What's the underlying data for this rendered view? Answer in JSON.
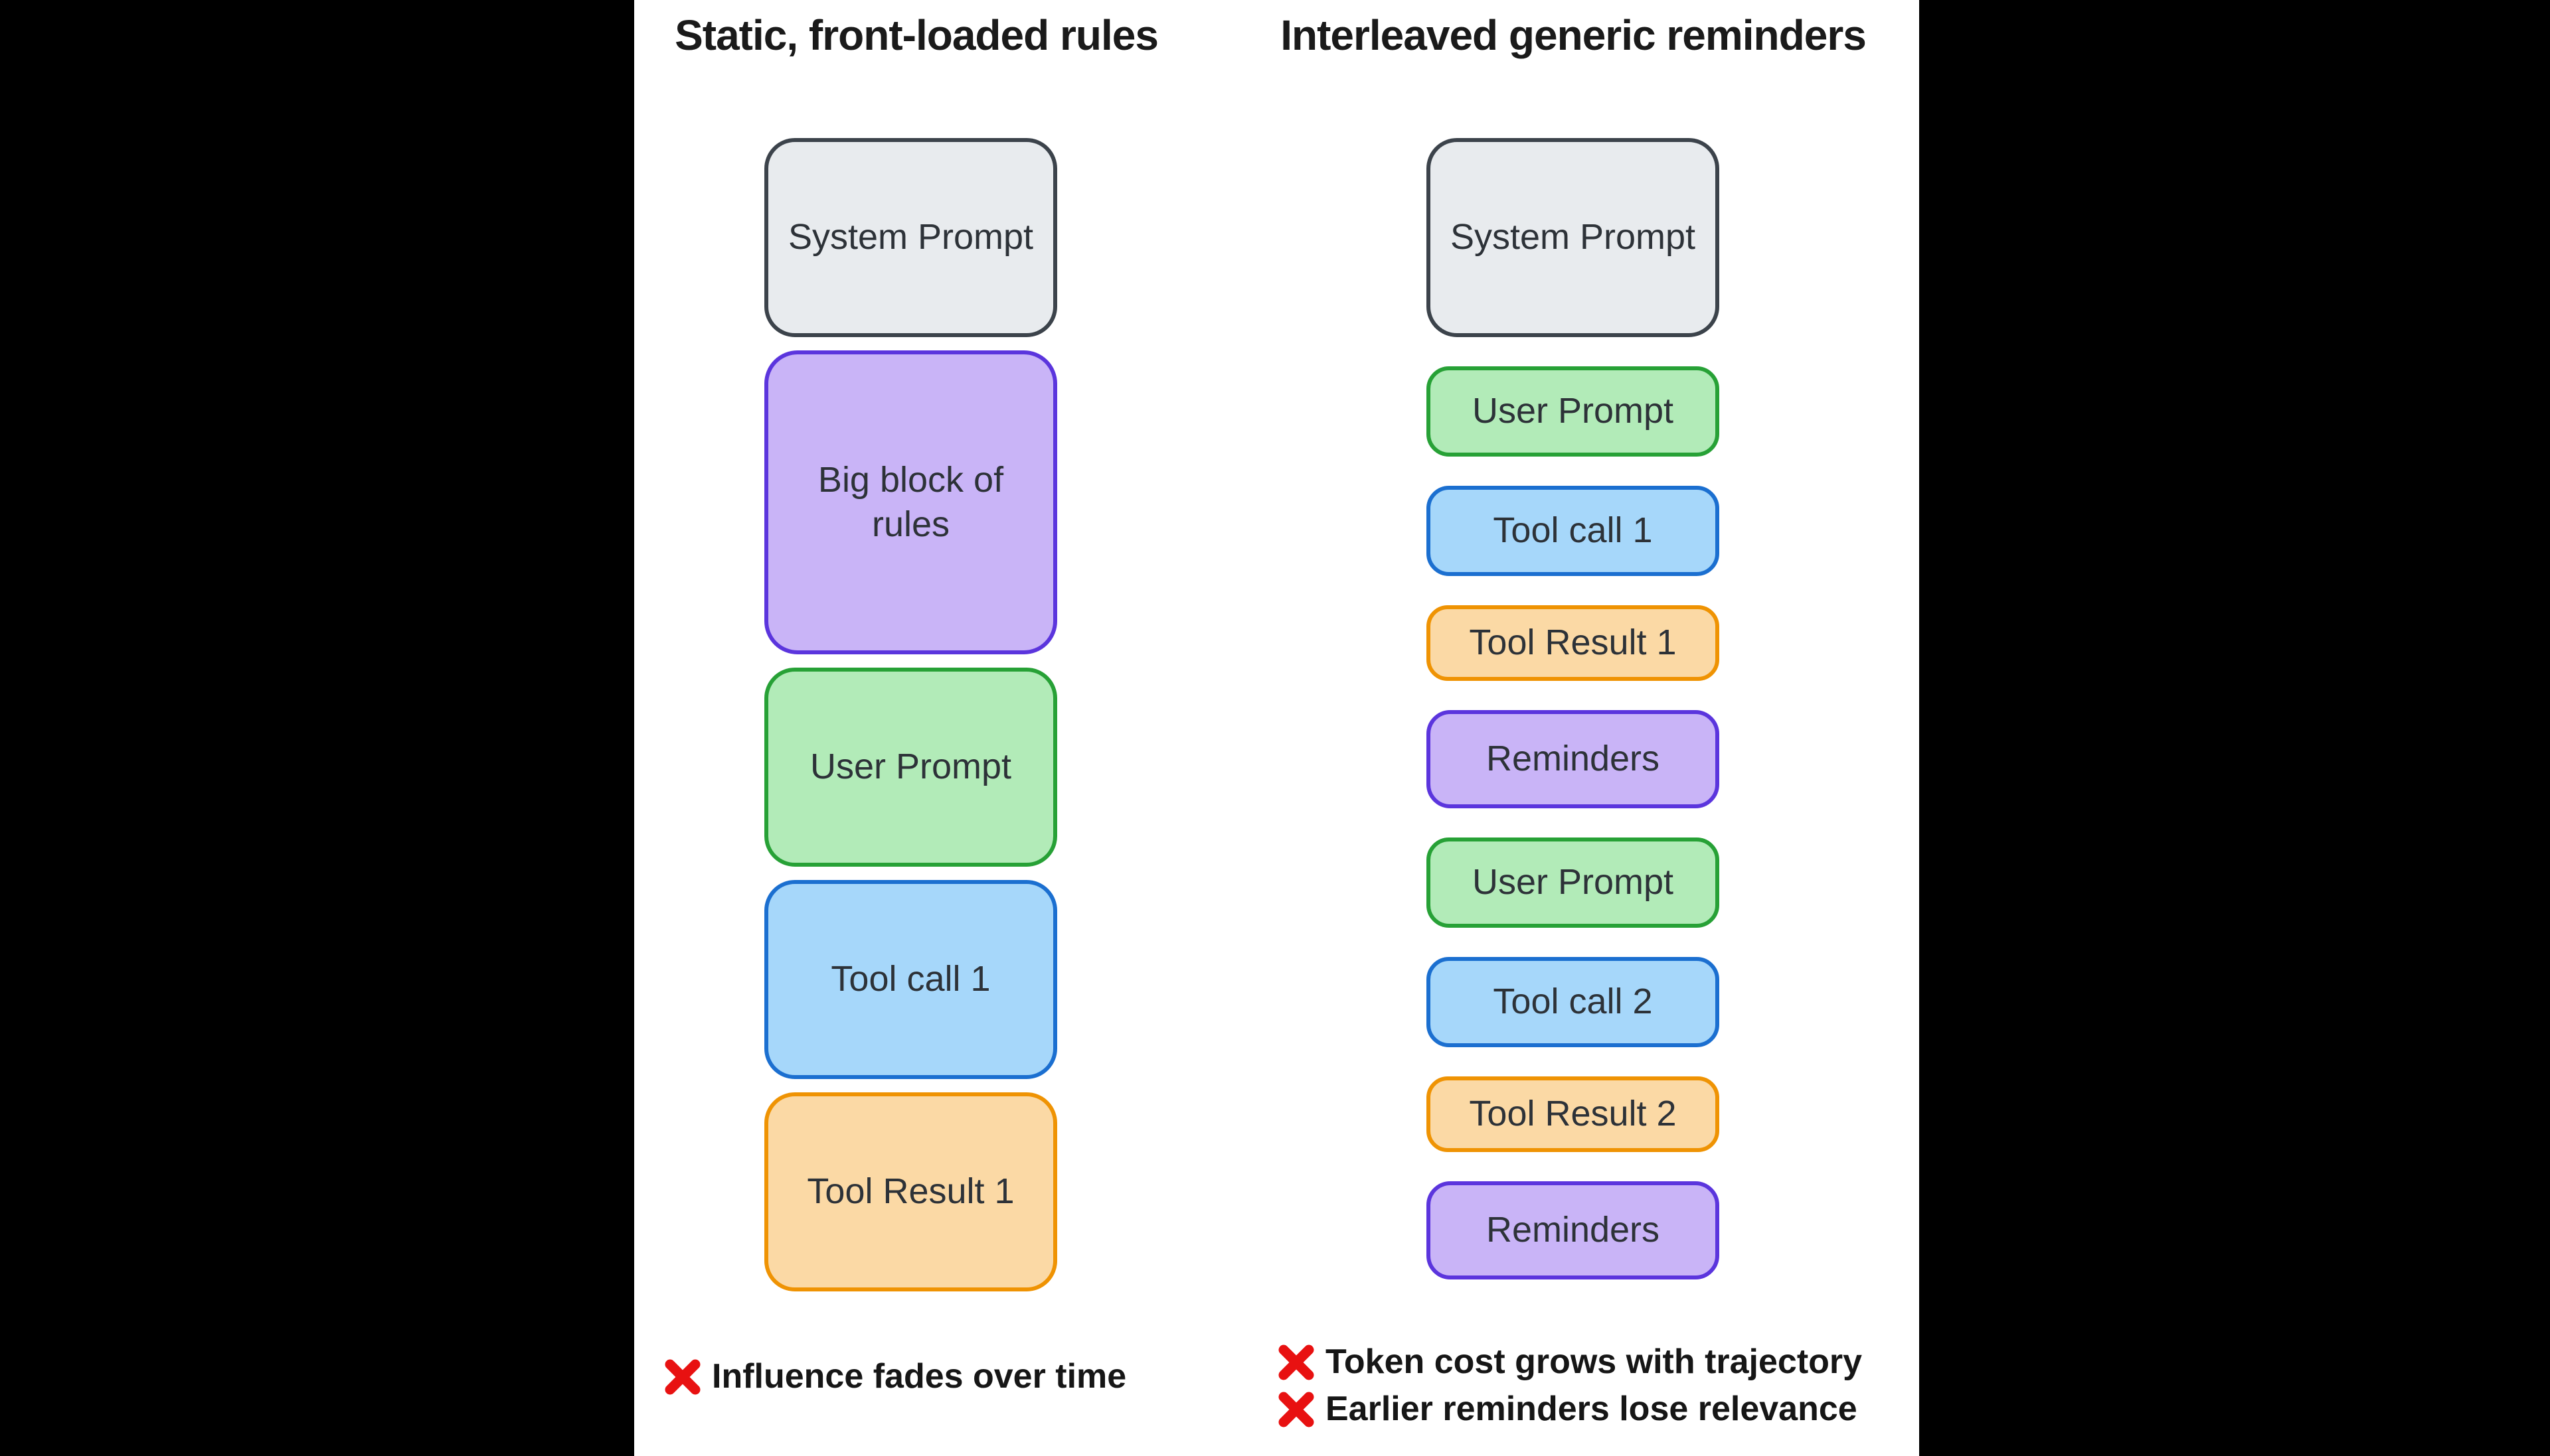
{
  "diagram": {
    "columns": [
      {
        "id": "static",
        "title": "Static, front-loaded rules",
        "boxes": [
          {
            "label": "System Prompt",
            "type": "system",
            "size": "lg"
          },
          {
            "label": "Big block of rules",
            "type": "rules",
            "size": "xl"
          },
          {
            "label": "User Prompt",
            "type": "user",
            "size": "lg"
          },
          {
            "label": "Tool call 1",
            "type": "tool-call",
            "size": "lg"
          },
          {
            "label": "Tool Result 1",
            "type": "tool-result",
            "size": "lg"
          }
        ],
        "notes": [
          "Influence fades over time"
        ]
      },
      {
        "id": "interleaved",
        "title": "Interleaved generic reminders",
        "boxes": [
          {
            "label": "System Prompt",
            "type": "system",
            "size": "lg"
          },
          {
            "label": "User Prompt",
            "type": "user",
            "size": "md"
          },
          {
            "label": "Tool call 1",
            "type": "tool-call",
            "size": "md"
          },
          {
            "label": "Tool Result 1",
            "type": "tool-result",
            "size": "sm"
          },
          {
            "label": "Reminders",
            "type": "reminders",
            "size": "rm"
          },
          {
            "label": "User Prompt",
            "type": "user",
            "size": "md"
          },
          {
            "label": "Tool call 2",
            "type": "tool-call",
            "size": "md"
          },
          {
            "label": "Tool Result 2",
            "type": "tool-result",
            "size": "sm"
          },
          {
            "label": "Reminders",
            "type": "reminders",
            "size": "rm"
          }
        ],
        "notes": [
          "Token cost grows with trajectory",
          "Earlier reminders lose relevance"
        ]
      }
    ],
    "colors": {
      "page_bg": "#000000",
      "panel_bg": "#ffffff",
      "title_text": "#1a1a1a",
      "box_text": "#2d3238",
      "cross": "#e81111",
      "system_fill": "#e8ebee",
      "system_border": "#3c434b",
      "rules_fill": "#c9b4f7",
      "rules_border": "#5b35dd",
      "user_fill": "#b2ebb8",
      "user_border": "#27a136",
      "tool_call_fill": "#a6d7fa",
      "tool_call_border": "#1b6fd0",
      "tool_result_fill": "#fbd9a5",
      "tool_result_border": "#ef9303",
      "reminders_fill": "#c9b4f7",
      "reminders_border": "#5b35dd"
    }
  }
}
